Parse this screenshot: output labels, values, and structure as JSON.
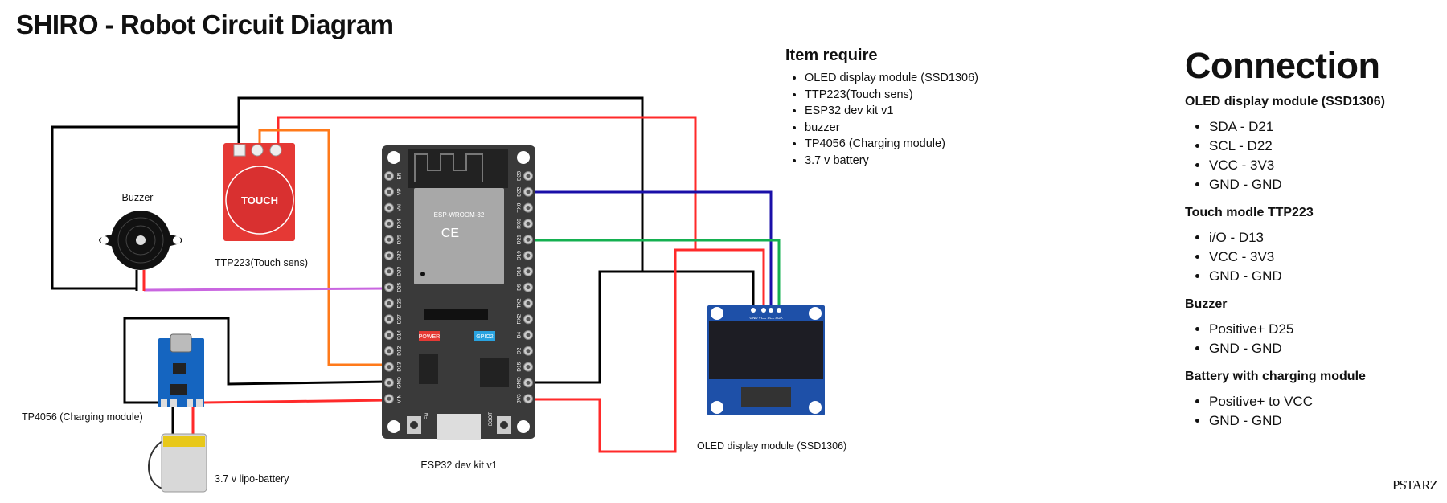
{
  "title": "SHIRO - Robot Circuit Diagram",
  "items_require": {
    "heading": "Item require",
    "items": [
      "OLED display module (SSD1306)",
      "TTP223(Touch sens)",
      "ESP32 dev kit v1",
      "buzzer",
      "TP4056 (Charging module)",
      "3.7 v battery"
    ]
  },
  "connection": {
    "heading": "Connection",
    "groups": [
      {
        "title": "OLED display module (SSD1306)",
        "items": [
          "SDA - D21",
          "SCL - D22",
          "VCC - 3V3",
          "GND - GND"
        ]
      },
      {
        "title": "Touch modle TTP223",
        "items": [
          "i/O - D13",
          "VCC - 3V3",
          "GND - GND"
        ]
      },
      {
        "title": "Buzzer",
        "items": [
          "Positive+ D25",
          "GND - GND"
        ]
      },
      {
        "title": "Battery with charging module",
        "items": [
          "Positive+  to VCC",
          "GND - GND"
        ]
      }
    ]
  },
  "labels": {
    "buzzer": "Buzzer",
    "touch": "TTP223(Touch sens)",
    "tp4056": "TP4056 (Charging module)",
    "battery": "3.7 v  lipo-battery",
    "esp32": "ESP32 dev kit v1",
    "oled": "OLED display module (SSD1306)"
  },
  "component_text": {
    "touch_button": "TOUCH",
    "esp_module": "ESP-WROOM-32",
    "power_led": "POWER",
    "gpio2_led": "GPIO2",
    "en_button": "EN",
    "boot_button": "BOOT",
    "oled_pins": "GND VCC SCL SDA"
  },
  "esp32_pins": {
    "left": [
      "EN",
      "VP",
      "VN",
      "D34",
      "D35",
      "D32",
      "D33",
      "D25",
      "D26",
      "D27",
      "D14",
      "D12",
      "D13",
      "GND",
      "VIN"
    ],
    "right": [
      "D23",
      "D22",
      "TX0",
      "RX0",
      "D21",
      "D19",
      "D18",
      "D5",
      "TX2",
      "RX2",
      "D4",
      "D2",
      "D15",
      "GND",
      "3V3"
    ]
  },
  "wire_colors": {
    "gnd": "#000000",
    "vcc": "#ff2a2a",
    "touch_io": "#ff7a1a",
    "buzzer_signal": "#c966e0",
    "scl": "#1a0fa8",
    "sda": "#14b050"
  },
  "logo": "PSTARZ"
}
